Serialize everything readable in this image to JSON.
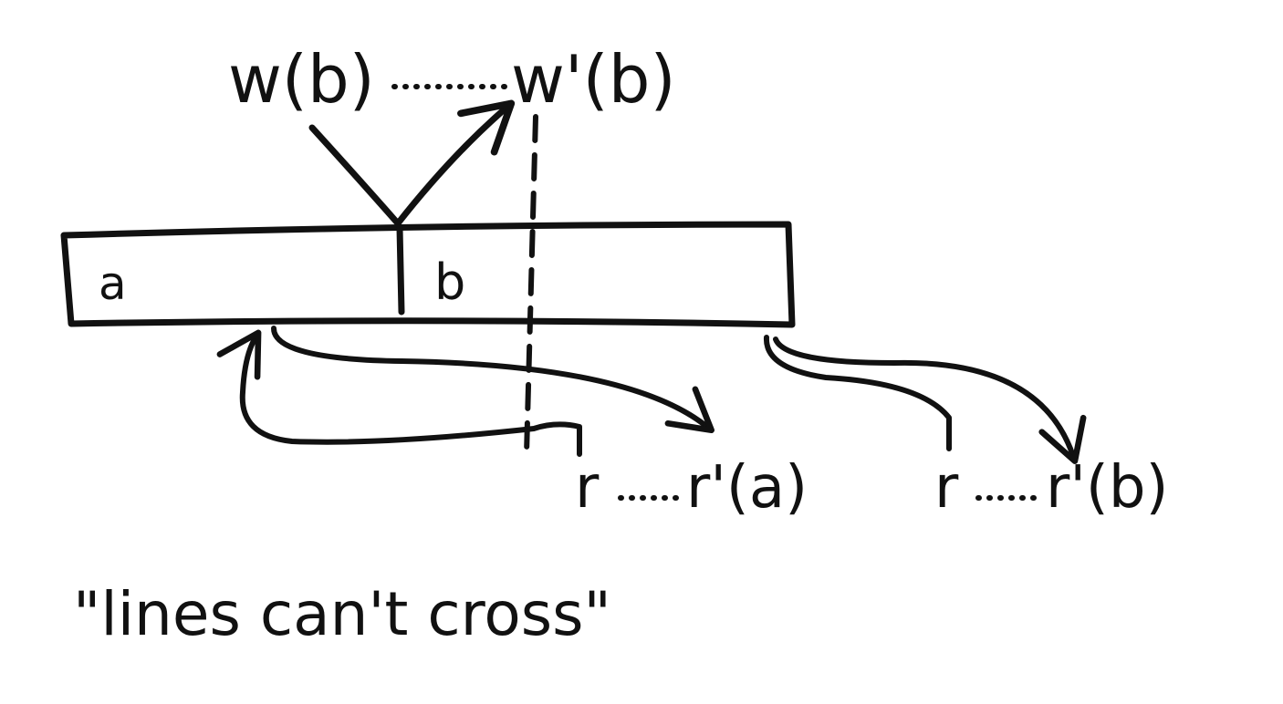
{
  "labels": {
    "w_b": "w(b)",
    "w_prime_b": "w'(b)",
    "cell_a": "a",
    "cell_b": "b",
    "r": "r",
    "r_prime_a": "r'(a)",
    "r_prime_b": "r'(b)",
    "caption": "\"lines can't cross\""
  },
  "colors": {
    "ink": "#111111",
    "background": "#ffffff"
  }
}
